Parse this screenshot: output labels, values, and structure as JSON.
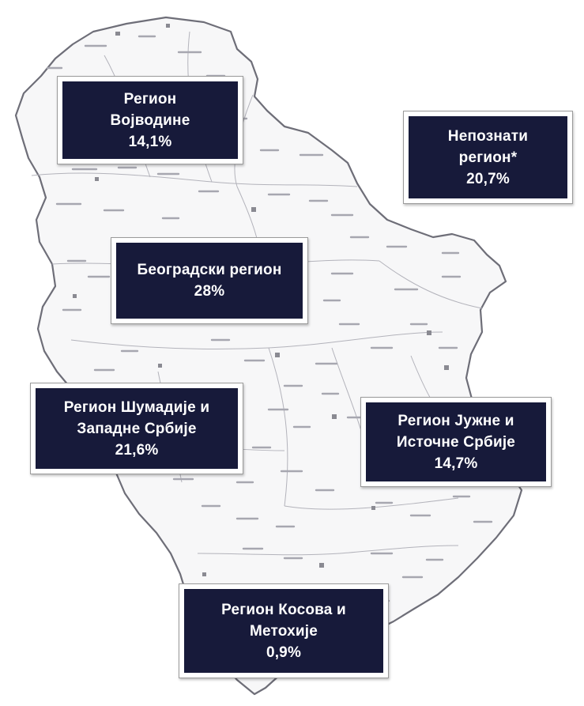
{
  "colors": {
    "label_fill": "#171a3a",
    "label_text": "#ffffff",
    "label_frame": "#ffffff",
    "map_fill": "#f7f7f8",
    "map_border": "#6e6e78"
  },
  "regions": [
    {
      "id": "vojvodina",
      "lines": [
        "Регион",
        "Војводине"
      ],
      "share": "14,1%"
    },
    {
      "id": "unknown",
      "lines": [
        "Непознати",
        "регион*"
      ],
      "share": "20,7%"
    },
    {
      "id": "belgrade",
      "lines": [
        "Београдски регион"
      ],
      "share": "28%"
    },
    {
      "id": "sumadija-west",
      "lines": [
        "Регион Шумадије и",
        "Западне Србије"
      ],
      "share": "21,6%"
    },
    {
      "id": "south-east",
      "lines": [
        "Регион Јужне и",
        "Источне Србије"
      ],
      "share": "14,7%"
    },
    {
      "id": "kosovo",
      "lines": [
        "Регион Косова и",
        "Метохије"
      ],
      "share": "0,9%"
    }
  ]
}
